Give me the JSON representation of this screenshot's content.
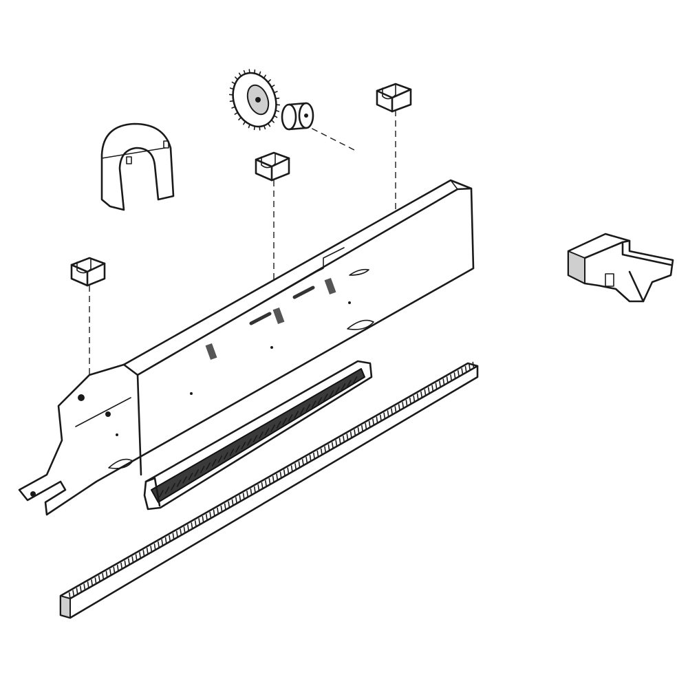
{
  "diagram": {
    "kind": "exploded-parts-view",
    "parts": [
      {
        "id": "gear",
        "icon": "gear-icon"
      },
      {
        "id": "spool",
        "icon": "spool-icon"
      },
      {
        "id": "clip-top-right",
        "icon": "clip-icon"
      },
      {
        "id": "clip-top-middle",
        "icon": "clip-icon"
      },
      {
        "id": "clip-left",
        "icon": "clip-icon"
      },
      {
        "id": "end-cap",
        "icon": "arch-cap-icon"
      },
      {
        "id": "bracket",
        "icon": "bracket-icon"
      },
      {
        "id": "main-rail",
        "icon": "rail-icon"
      },
      {
        "id": "damper",
        "icon": "damper-icon"
      },
      {
        "id": "gear-rack",
        "icon": "rack-icon"
      }
    ],
    "colors": {
      "line": "#1a1a1a",
      "shade": "#cfcfcf",
      "dark": "#3a3a3a",
      "background": "#ffffff"
    }
  }
}
